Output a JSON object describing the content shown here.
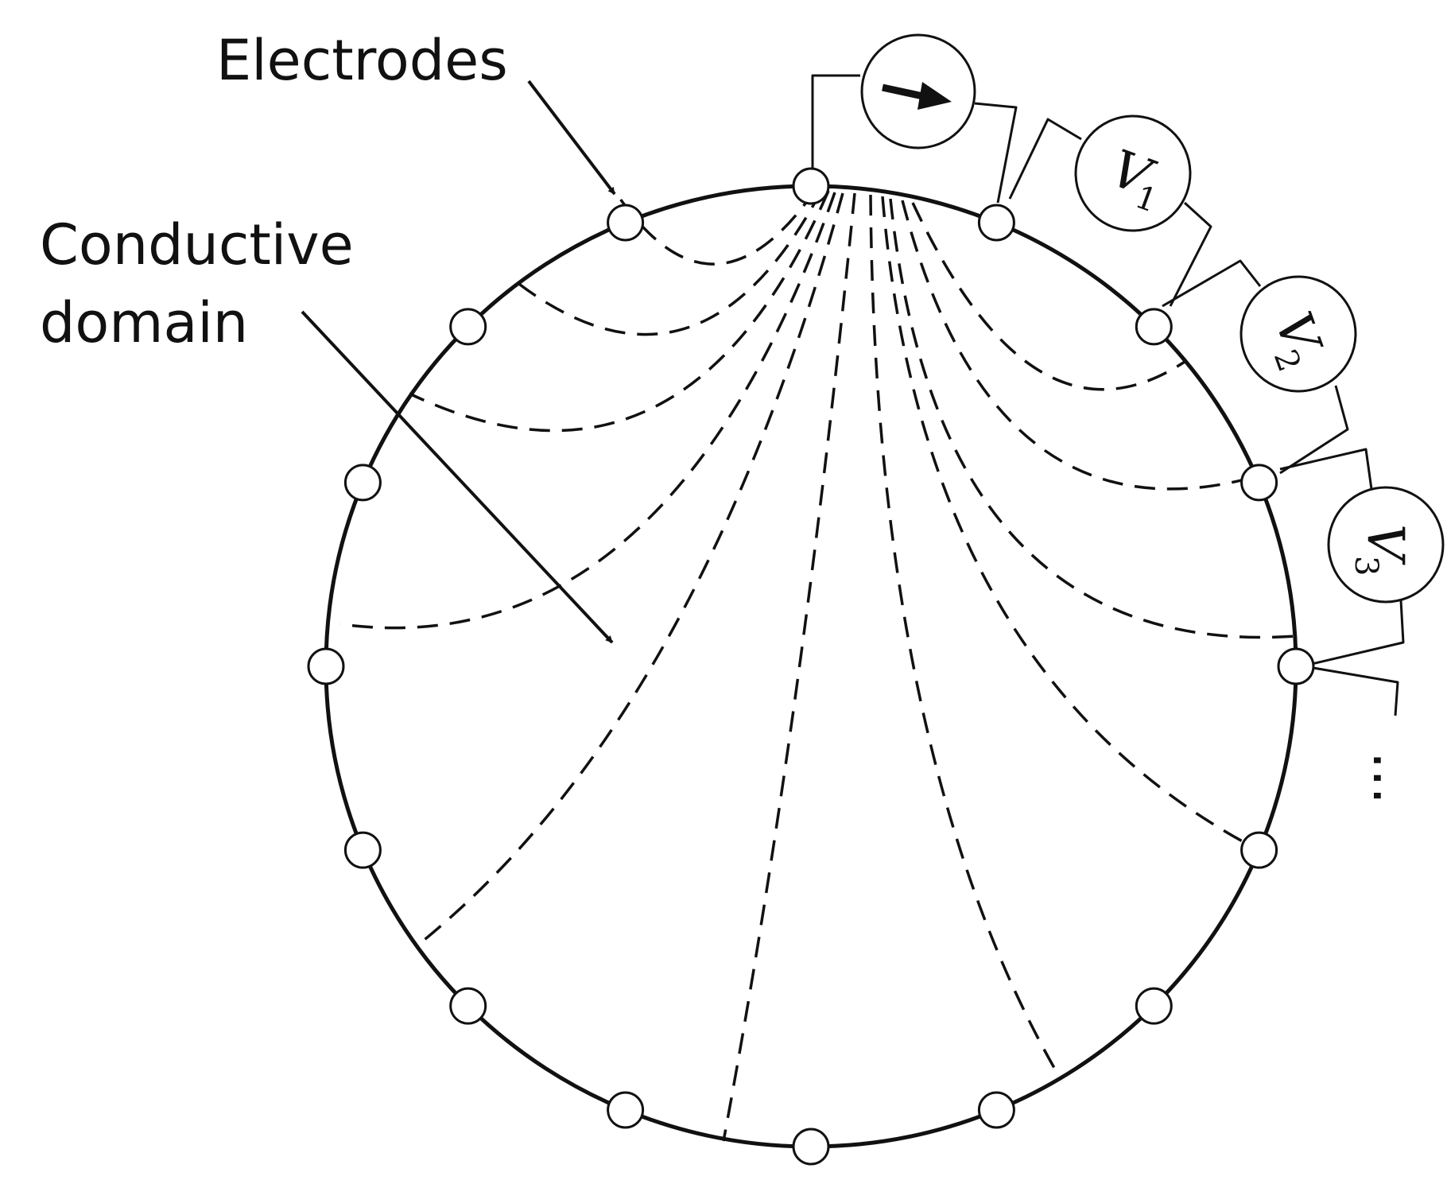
{
  "labels": {
    "electrodes": "Electrodes",
    "conductive_line1": "Conductive",
    "conductive_line2": "domain"
  },
  "current_source": {
    "icon": "arrow-right-icon"
  },
  "voltmeters": [
    {
      "symbol": "V",
      "subscript": "1"
    },
    {
      "symbol": "V",
      "subscript": "2"
    },
    {
      "symbol": "V",
      "subscript": "3"
    }
  ],
  "continuation_mark": "...",
  "colors": {
    "ink": "#111111",
    "background": "#ffffff"
  }
}
